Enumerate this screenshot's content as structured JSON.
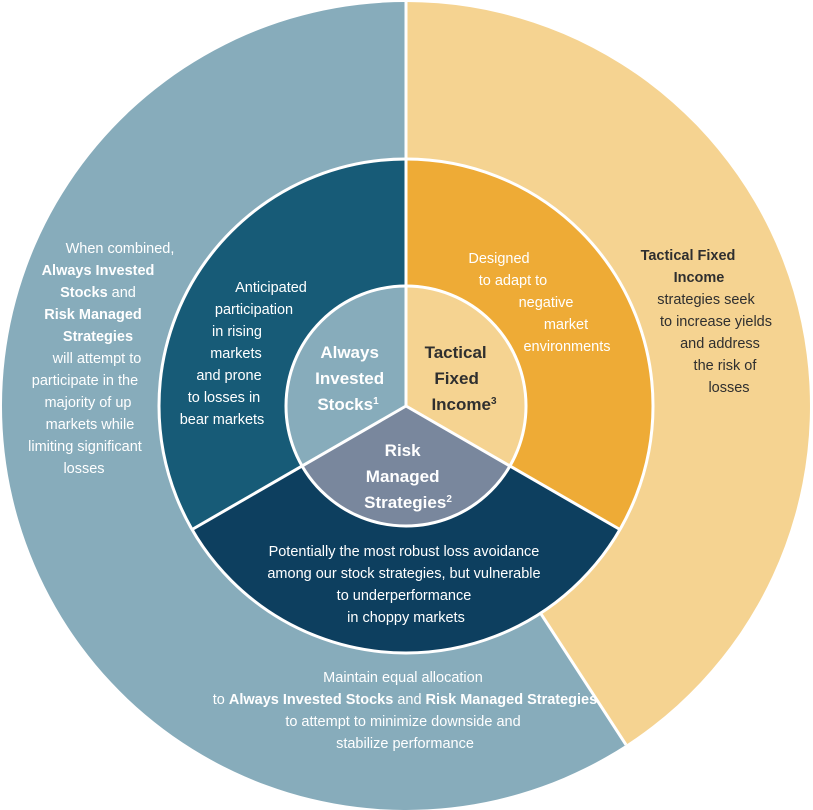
{
  "colors": {
    "outer_blue": "#87acbb",
    "outer_tan": "#f5d391",
    "ring_teal": "#175b77",
    "ring_navy": "#0d3f5f",
    "ring_gold": "#eeab36",
    "core_blue": "#87acbb",
    "core_tan": "#f5d391",
    "core_slate": "#79879d",
    "divider": "#ffffff",
    "text_dark": "#2f2f2f",
    "text_light": "#ffffff"
  },
  "outer": {
    "left_note": {
      "l1": "When combined,",
      "l2": "Always Invested",
      "l3a": "Stocks",
      "l3b": " and",
      "l4": "Risk Managed",
      "l5": "Strategies",
      "l6": "will attempt to",
      "l7": "participate in the",
      "l8": "majority of up",
      "l9": "markets while",
      "l10": "limiting significant",
      "l11": "losses"
    },
    "right_note": {
      "l1": "Tactical Fixed",
      "l2": "Income",
      "l3": "strategies seek",
      "l4": "to increase yields",
      "l5": "and address",
      "l6": "the risk of",
      "l7": "losses"
    },
    "bottom_note": {
      "l1": "Maintain equal allocation",
      "l2a": "to ",
      "l2b": "Always Invested Stocks",
      "l2c": " and ",
      "l2d": "Risk Managed Strategies",
      "l3": "to attempt to minimize downside and",
      "l4": "stabilize performance"
    }
  },
  "middle": {
    "stocks_note": {
      "l1": "Anticipated",
      "l2": "participation",
      "l3": "in rising",
      "l4": "markets",
      "l5": "and prone",
      "l6": "to losses in",
      "l7": "bear markets"
    },
    "fixed_note": {
      "l1": "Designed",
      "l2": "to adapt to",
      "l3": "negative",
      "l4": "market",
      "l5": "environments"
    },
    "risk_note": {
      "l1": "Potentially the most robust loss avoidance",
      "l2": "among our stock strategies, but vulnerable",
      "l3": "to underperformance",
      "l4": "in choppy markets"
    }
  },
  "core": {
    "stocks": {
      "l1": "Always",
      "l2": "Invested",
      "l3": "Stocks",
      "sup": "1"
    },
    "fixed": {
      "l1": "Tactical",
      "l2": "Fixed",
      "l3": "Income",
      "sup": "3"
    },
    "risk": {
      "l1": "Risk",
      "l2": "Managed",
      "l3": "Strategies",
      "sup": "2"
    }
  }
}
